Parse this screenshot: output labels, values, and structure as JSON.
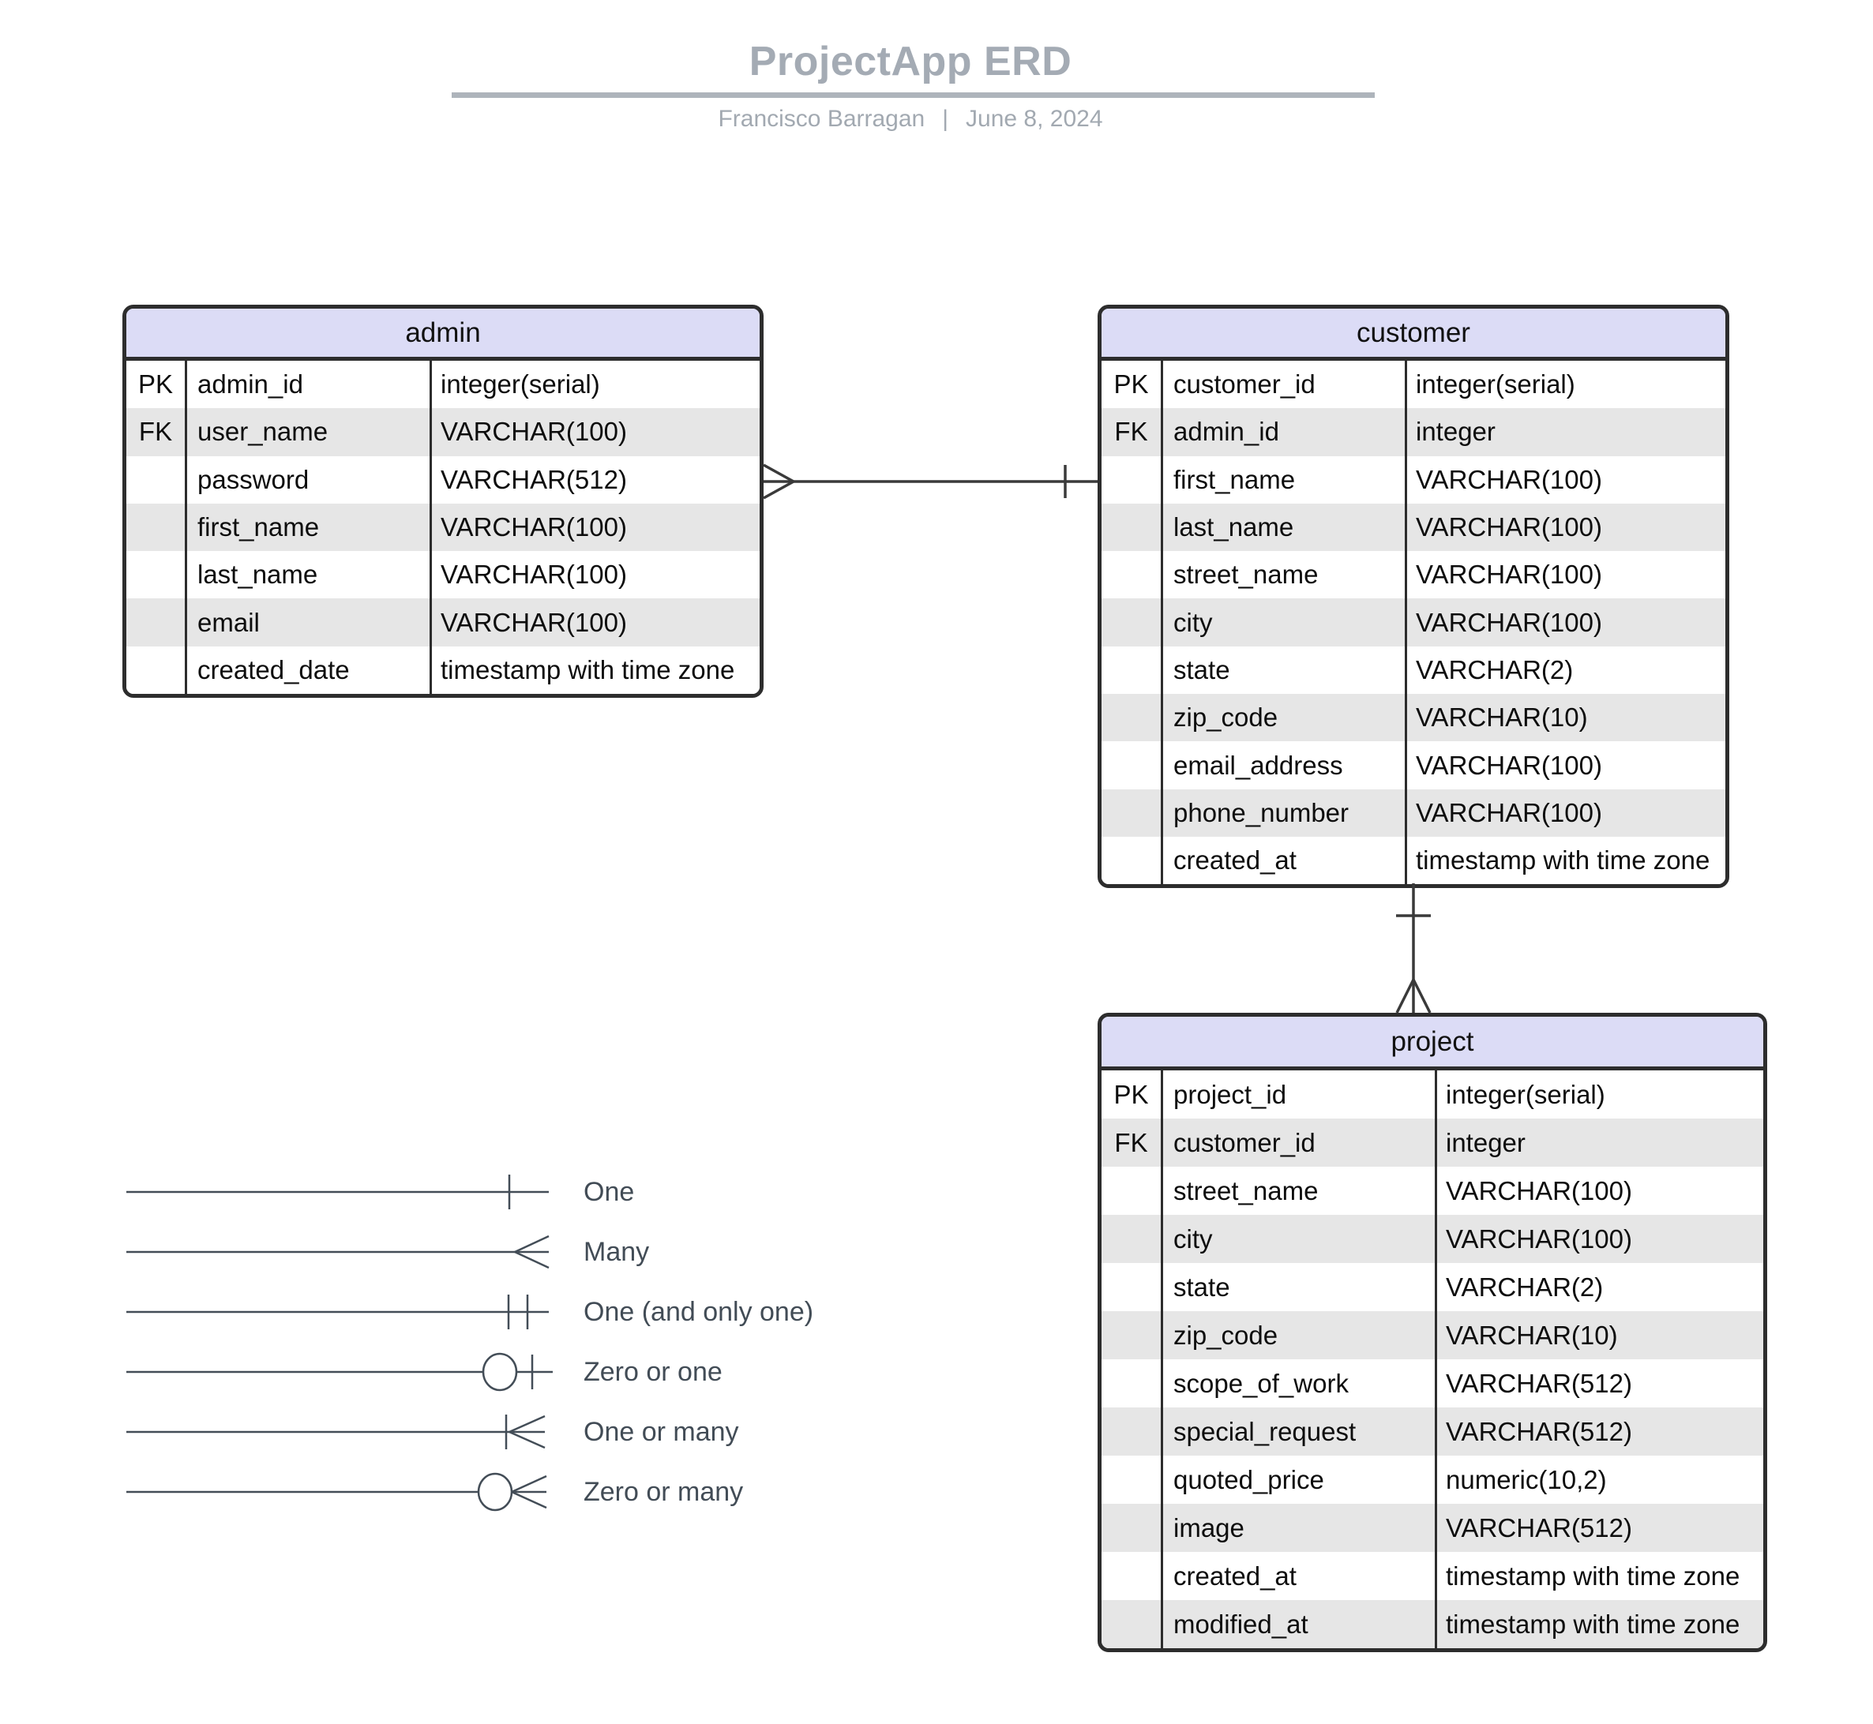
{
  "header": {
    "title": "ProjectApp ERD",
    "author": "Francisco Barragan",
    "separator": "|",
    "date": "June 8, 2024"
  },
  "colors": {
    "entity_header_bg": "#dcdcf6",
    "row_alt_bg": "#e6e6e6",
    "border": "#2d2d2d",
    "connector": "#3a3a3a",
    "title_text": "#a4abb4",
    "title_rule": "#aeb4bb",
    "subtitle_text": "#a2a9b1",
    "legend_line": "#434d57",
    "legend_text": "#424c56"
  },
  "entities": [
    {
      "name": "admin",
      "columns": [
        {
          "key": "PK",
          "name": "admin_id",
          "type": "integer(serial)"
        },
        {
          "key": "FK",
          "name": "user_name",
          "type": "VARCHAR(100)"
        },
        {
          "key": "",
          "name": "password",
          "type": "VARCHAR(512)"
        },
        {
          "key": "",
          "name": "first_name",
          "type": "VARCHAR(100)"
        },
        {
          "key": "",
          "name": "last_name",
          "type": "VARCHAR(100)"
        },
        {
          "key": "",
          "name": "email",
          "type": "VARCHAR(100)"
        },
        {
          "key": "",
          "name": "created_date",
          "type": "timestamp with time zone"
        }
      ]
    },
    {
      "name": "customer",
      "columns": [
        {
          "key": "PK",
          "name": "customer_id",
          "type": "integer(serial)"
        },
        {
          "key": "FK",
          "name": "admin_id",
          "type": "integer"
        },
        {
          "key": "",
          "name": "first_name",
          "type": "VARCHAR(100)"
        },
        {
          "key": "",
          "name": "last_name",
          "type": "VARCHAR(100)"
        },
        {
          "key": "",
          "name": "street_name",
          "type": "VARCHAR(100)"
        },
        {
          "key": "",
          "name": "city",
          "type": "VARCHAR(100)"
        },
        {
          "key": "",
          "name": "state",
          "type": "VARCHAR(2)"
        },
        {
          "key": "",
          "name": "zip_code",
          "type": "VARCHAR(10)"
        },
        {
          "key": "",
          "name": "email_address",
          "type": "VARCHAR(100)"
        },
        {
          "key": "",
          "name": "phone_number",
          "type": "VARCHAR(100)"
        },
        {
          "key": "",
          "name": "created_at",
          "type": "timestamp with time zone"
        }
      ]
    },
    {
      "name": "project",
      "columns": [
        {
          "key": "PK",
          "name": "project_id",
          "type": "integer(serial)"
        },
        {
          "key": "FK",
          "name": "customer_id",
          "type": "integer"
        },
        {
          "key": "",
          "name": "street_name",
          "type": "VARCHAR(100)"
        },
        {
          "key": "",
          "name": "city",
          "type": "VARCHAR(100)"
        },
        {
          "key": "",
          "name": "state",
          "type": "VARCHAR(2)"
        },
        {
          "key": "",
          "name": "zip_code",
          "type": "VARCHAR(10)"
        },
        {
          "key": "",
          "name": "scope_of_work",
          "type": "VARCHAR(512)"
        },
        {
          "key": "",
          "name": "special_request",
          "type": "VARCHAR(512)"
        },
        {
          "key": "",
          "name": "quoted_price",
          "type": "numeric(10,2)"
        },
        {
          "key": "",
          "name": "image",
          "type": "VARCHAR(512)"
        },
        {
          "key": "",
          "name": "created_at",
          "type": "timestamp with time zone"
        },
        {
          "key": "",
          "name": "modified_at",
          "type": "timestamp with time zone"
        }
      ]
    }
  ],
  "relationships": [
    {
      "from": "admin",
      "to": "customer",
      "from_end": "many",
      "to_end": "one"
    },
    {
      "from": "customer",
      "to": "project",
      "from_end": "one",
      "to_end": "many"
    }
  ],
  "legend": {
    "items": [
      {
        "symbol": "one",
        "label": "One"
      },
      {
        "symbol": "many",
        "label": "Many"
      },
      {
        "symbol": "one-and-only-one",
        "label": "One (and only one)"
      },
      {
        "symbol": "zero-or-one",
        "label": "Zero or one"
      },
      {
        "symbol": "one-or-many",
        "label": "One or many"
      },
      {
        "symbol": "zero-or-many",
        "label": "Zero or many"
      }
    ]
  }
}
